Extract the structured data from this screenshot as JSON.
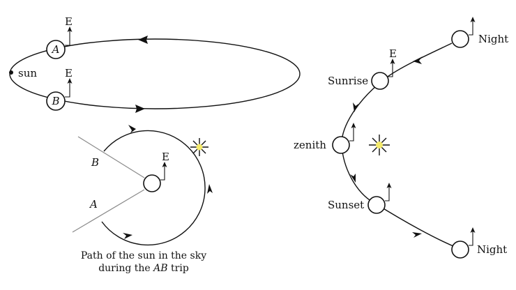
{
  "orbit": {
    "sun_label": "sun",
    "point_a": "A",
    "point_b": "B",
    "east_a": "E",
    "east_b": "E"
  },
  "sky_path": {
    "ray_b": "B",
    "ray_a": "A",
    "east": "E",
    "caption_line1": "Path of the sun in the sky",
    "caption_line2_prefix": "during the ",
    "caption_line2_italic": "AB",
    "caption_line2_suffix": " trip"
  },
  "day_cycle": {
    "night_top": "Night",
    "sunrise": "Sunrise",
    "east": "E",
    "zenith": "zenith",
    "sunset": "Sunset",
    "night_bottom": "Night"
  },
  "colors": {
    "sun_fill": "#f4ea6a",
    "stroke": "#111111",
    "ray_grey": "#8a8a8a"
  },
  "icons": {
    "sun": "sun-star-icon"
  }
}
